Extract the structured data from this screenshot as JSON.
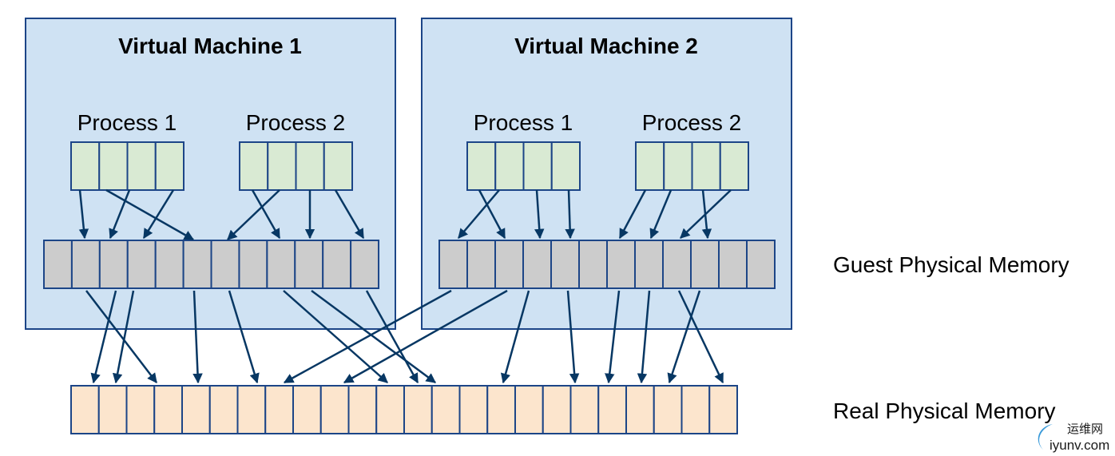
{
  "colors": {
    "vm_fill": "#cfe2f3",
    "border": "#1c4587",
    "process_page": "#d9ead3",
    "guest_page": "#cccccc",
    "real_page": "#fce5cd",
    "arrow": "#073763"
  },
  "vms": [
    {
      "title": "Virtual Machine 1",
      "processes": [
        {
          "label": "Process 1",
          "pages": 4
        },
        {
          "label": "Process 2",
          "pages": 4
        }
      ],
      "guest_pages": 12
    },
    {
      "title": "Virtual Machine 2",
      "processes": [
        {
          "label": "Process 1",
          "pages": 4
        },
        {
          "label": "Process 2",
          "pages": 4
        }
      ],
      "guest_pages": 12
    }
  ],
  "labels": {
    "guest": "Guest Physical Memory",
    "real": "Real Physical Memory"
  },
  "real_pages": 24,
  "watermark": {
    "cn": "运维网",
    "site": "iyunv.com"
  }
}
